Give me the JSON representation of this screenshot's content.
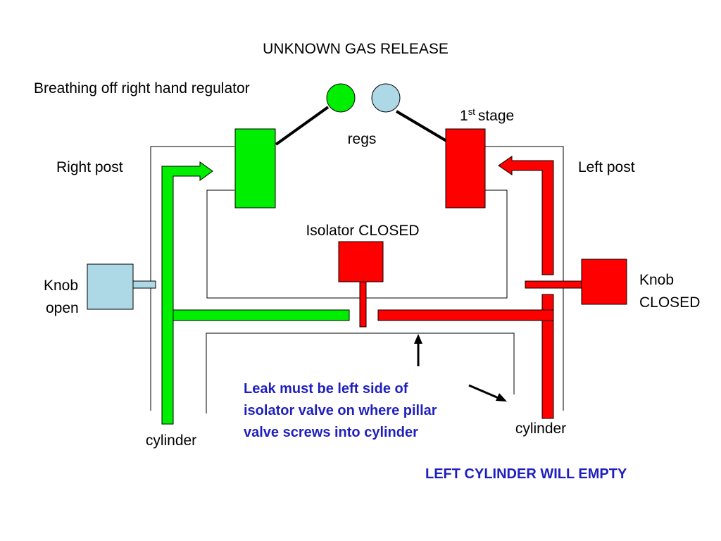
{
  "title": "UNKNOWN GAS RELEASE",
  "breathing_label": "Breathing off right hand regulator",
  "regs_label": "regs",
  "first_stage": {
    "number": "1",
    "superscript": "st",
    "text": "stage"
  },
  "right_post_label": "Right post",
  "left_post_label": "Left post",
  "isolator_label": "Isolator CLOSED",
  "knob_left": {
    "line1": "Knob",
    "line2": "open"
  },
  "knob_right": {
    "line1": "Knob",
    "line2": "CLOSED"
  },
  "cylinder_left_label": "cylinder",
  "cylinder_right_label": "cylinder",
  "leak_note": {
    "line1": "Leak must be left side of",
    "line2": "isolator valve on where pillar",
    "line3": "valve screws into cylinder"
  },
  "conclusion": "LEFT CYLINDER WILL EMPTY",
  "colors": {
    "open_path": "#00ee00",
    "closed_path": "#ff0000",
    "knob_open_fill": "#add8e6",
    "reg_unused": "#add8e6",
    "note_text": "#1f1fbf",
    "outline": "#000000"
  }
}
